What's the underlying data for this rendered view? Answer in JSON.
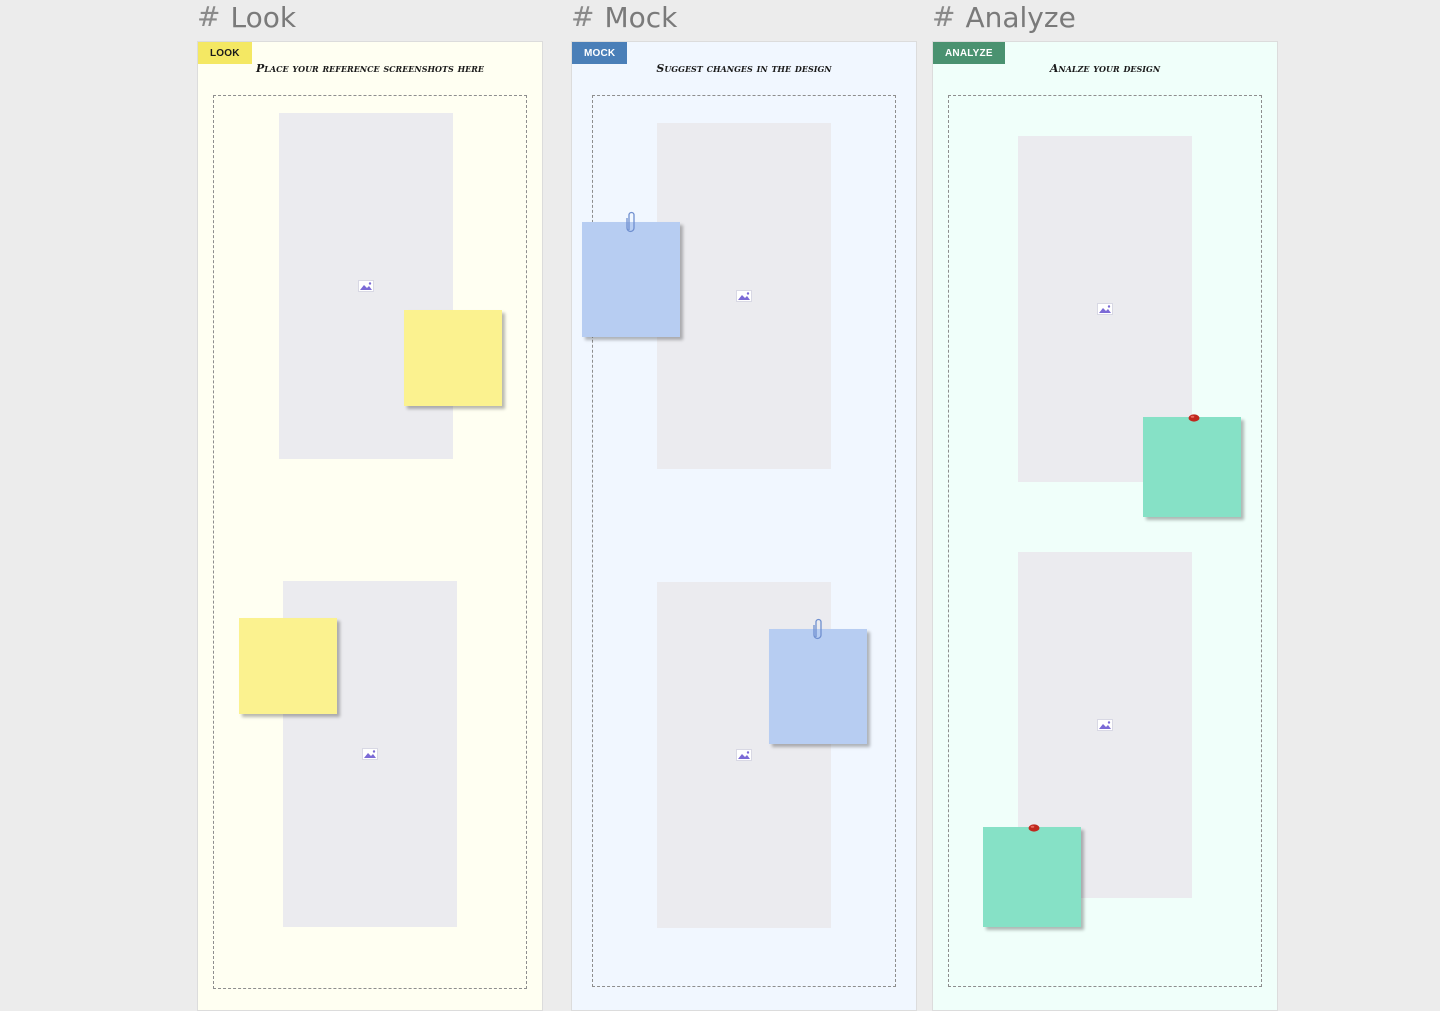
{
  "columns": [
    {
      "title": "Look",
      "badge": "LOOK",
      "subtitle": "Place your reference screenshots here",
      "badge_color": "#f4e863",
      "badge_text_color": "#1a1a1a",
      "frame_bg": "#fffff2"
    },
    {
      "title": "Mock",
      "badge": "MOCK",
      "subtitle": "Suggest changes in the design",
      "badge_color": "#4a7fb8",
      "badge_text_color": "#ffffff",
      "frame_bg": "#f1f7ff"
    },
    {
      "title": "Analyze",
      "badge": "ANALYZE",
      "subtitle": "Analze your design",
      "badge_color": "#4a9270",
      "badge_text_color": "#ffffff",
      "frame_bg": "#f0fffa"
    }
  ],
  "colors": {
    "sticky_yellow": "#fbf28f",
    "sticky_blue": "#b7cdf2",
    "sticky_green": "#86e1c6",
    "placeholder": "#ebebef",
    "pin_red": "#c0281e"
  },
  "icons": {
    "frame": "hash-icon",
    "placeholder": "image-icon",
    "mock_note": "paperclip-icon",
    "analyze_note": "pushpin-icon"
  }
}
